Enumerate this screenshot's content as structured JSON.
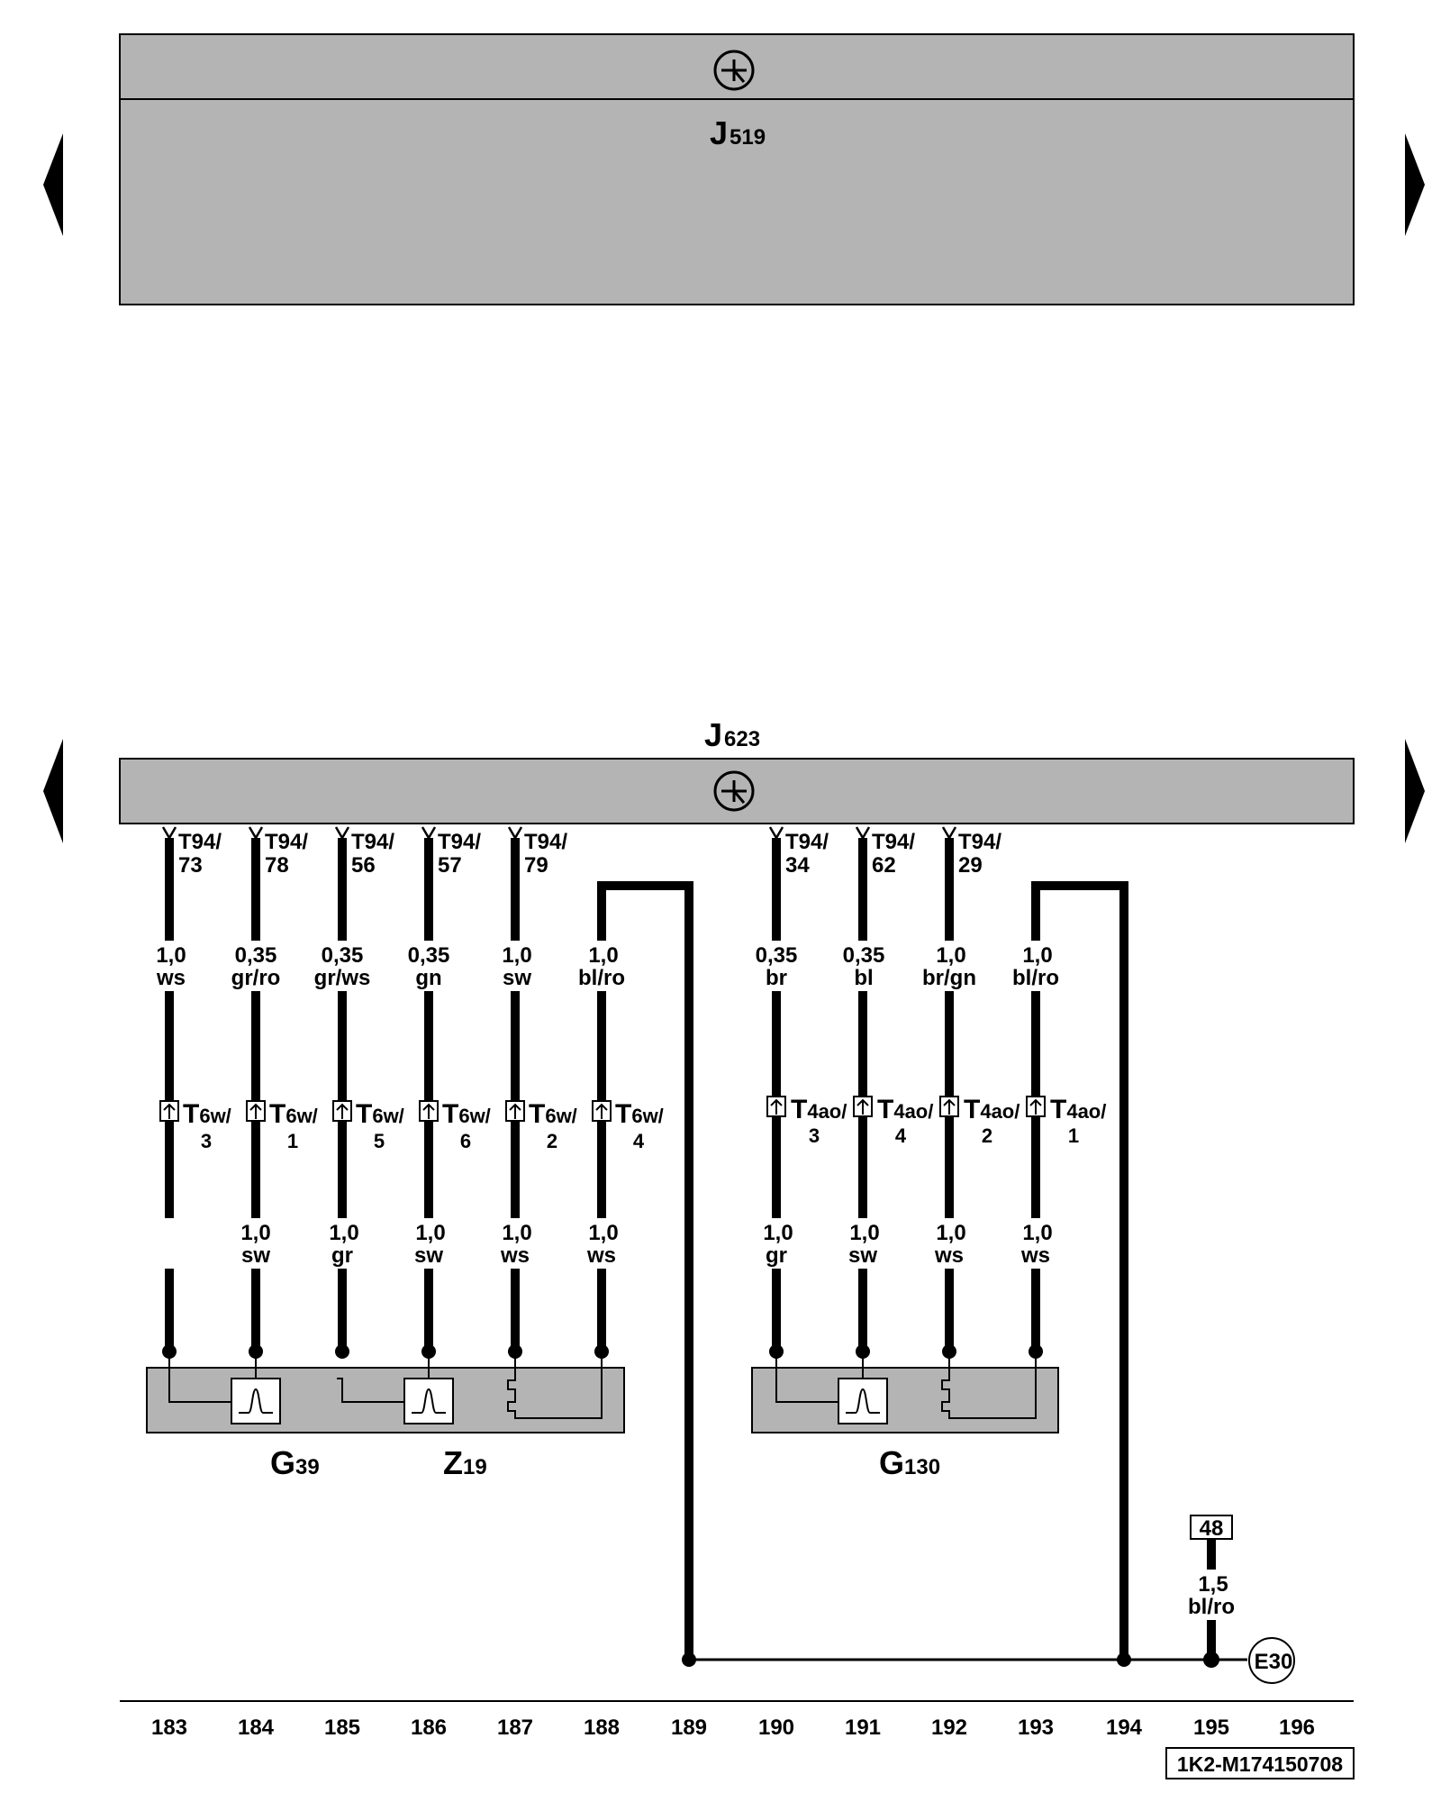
{
  "ecus": {
    "top": {
      "name": "J",
      "sub": "519"
    },
    "bottom": {
      "name": "J",
      "sub": "623"
    }
  },
  "ecu_pins": [
    {
      "id": "p183",
      "conn": "T94/",
      "num": "73"
    },
    {
      "id": "p184",
      "conn": "T94/",
      "num": "78"
    },
    {
      "id": "p185",
      "conn": "T94/",
      "num": "56"
    },
    {
      "id": "p186",
      "conn": "T94/",
      "num": "57"
    },
    {
      "id": "p187",
      "conn": "T94/",
      "num": "79"
    },
    {
      "id": "p190",
      "conn": "T94/",
      "num": "34"
    },
    {
      "id": "p191",
      "conn": "T94/",
      "num": "62"
    },
    {
      "id": "p192",
      "conn": "T94/",
      "num": "29"
    }
  ],
  "upper_wires": [
    {
      "size": "1,0",
      "color": "ws"
    },
    {
      "size": "0,35",
      "color": "gr/ro"
    },
    {
      "size": "0,35",
      "color": "gr/ws"
    },
    {
      "size": "0,35",
      "color": "gn"
    },
    {
      "size": "1,0",
      "color": "sw"
    },
    {
      "size": "1,0",
      "color": "bl/ro"
    },
    {
      "size": "0,35",
      "color": "br"
    },
    {
      "size": "0,35",
      "color": "bl"
    },
    {
      "size": "1,0",
      "color": "br/gn"
    },
    {
      "size": "1,0",
      "color": "bl/ro"
    }
  ],
  "connectors": [
    {
      "main": "T",
      "sub": "6w/",
      "pin": "3"
    },
    {
      "main": "T",
      "sub": "6w/",
      "pin": "1"
    },
    {
      "main": "T",
      "sub": "6w/",
      "pin": "5"
    },
    {
      "main": "T",
      "sub": "6w/",
      "pin": "6"
    },
    {
      "main": "T",
      "sub": "6w/",
      "pin": "2"
    },
    {
      "main": "T",
      "sub": "6w/",
      "pin": "4"
    },
    {
      "main": "T",
      "sub": "4ao/",
      "pin": "3"
    },
    {
      "main": "T",
      "sub": "4ao/",
      "pin": "4"
    },
    {
      "main": "T",
      "sub": "4ao/",
      "pin": "2"
    },
    {
      "main": "T",
      "sub": "4ao/",
      "pin": "1"
    }
  ],
  "lower_wires": [
    {
      "size": "1,0",
      "color": "sw"
    },
    {
      "size": "1,0",
      "color": "gr"
    },
    {
      "size": "1,0",
      "color": "sw"
    },
    {
      "size": "1,0",
      "color": "ws"
    },
    {
      "size": "1,0",
      "color": "ws"
    },
    {
      "size": "1,0",
      "color": "gr"
    },
    {
      "size": "1,0",
      "color": "sw"
    },
    {
      "size": "1,0",
      "color": "ws"
    },
    {
      "size": "1,0",
      "color": "ws"
    }
  ],
  "components": {
    "g39": {
      "name": "G",
      "sub": "39"
    },
    "z19": {
      "name": "Z",
      "sub": "19"
    },
    "g130": {
      "name": "G",
      "sub": "130"
    }
  },
  "supply": {
    "ref": "48",
    "size": "1,5",
    "color": "bl/ro",
    "target": "E30"
  },
  "grid": [
    "183",
    "184",
    "185",
    "186",
    "187",
    "188",
    "189",
    "190",
    "191",
    "192",
    "193",
    "194",
    "195",
    "196"
  ],
  "diagram_id": "1K2-M174150708",
  "colors": {
    "ecu_fill": "#b4b4b4",
    "line": "#000000"
  }
}
